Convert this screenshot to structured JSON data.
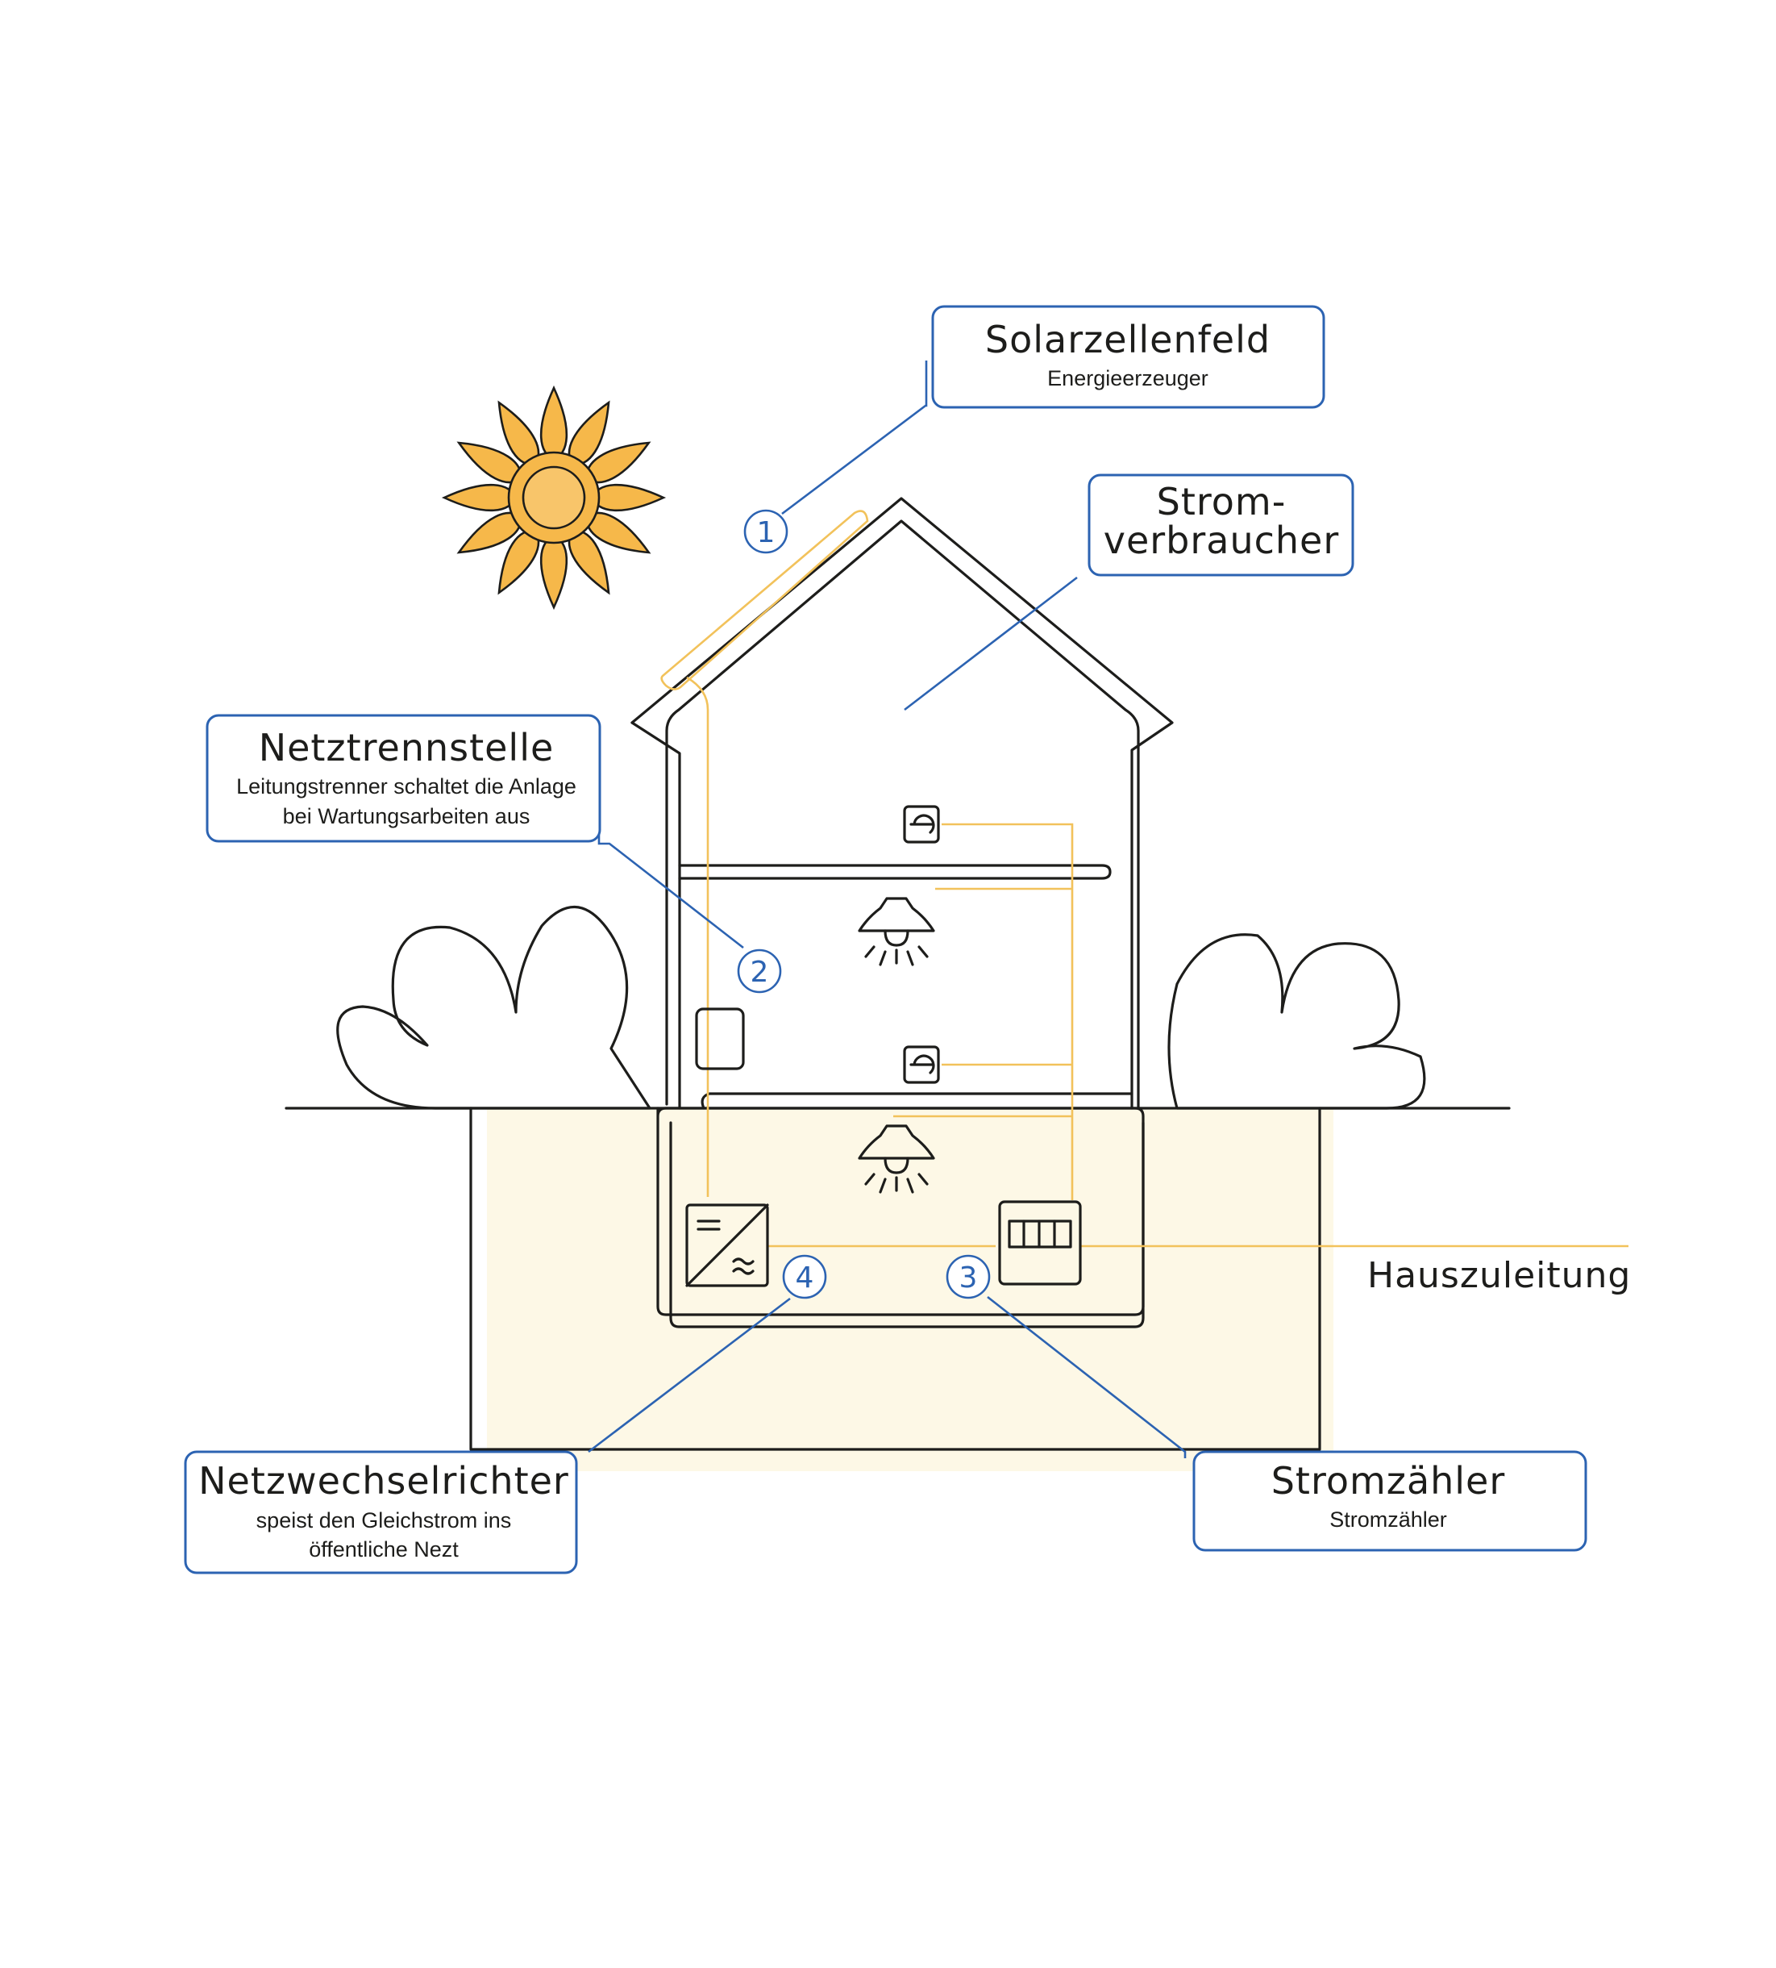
{
  "callouts": {
    "solar": {
      "title": "Solarzellenfeld",
      "subtitle": "Energieerzeuger"
    },
    "consumer": {
      "title_line1": "Strom-",
      "title_line2": "verbraucher"
    },
    "disconnect": {
      "title": "Netztrennstelle",
      "subtitle_line1": "Leitungstrenner schaltet die Anlage",
      "subtitle_line2": "bei Wartungsarbeiten aus"
    },
    "inverter": {
      "title": "Netzwechselrichter",
      "subtitle_line1": "speist den Gleichstrom ins",
      "subtitle_line2": "öffentliche Nezt"
    },
    "meter": {
      "title": "Stromzähler",
      "subtitle": "Stromzähler"
    }
  },
  "markers": {
    "m1": "1",
    "m2": "2",
    "m3": "3",
    "m4": "4"
  },
  "supply_line_label": "Hauszuleitung",
  "colors": {
    "callout_blue": "#2c63b2",
    "wire_yellow": "#f2c25b",
    "sun_orange": "#f6b84a",
    "basement_fill": "#fdf8e6",
    "outline": "#1d1d1b"
  },
  "icons": [
    "sun-icon",
    "socket-icon",
    "ceiling-lamp-icon",
    "inverter-icon",
    "electricity-meter-icon",
    "disconnect-switch-icon",
    "bush-icon"
  ]
}
